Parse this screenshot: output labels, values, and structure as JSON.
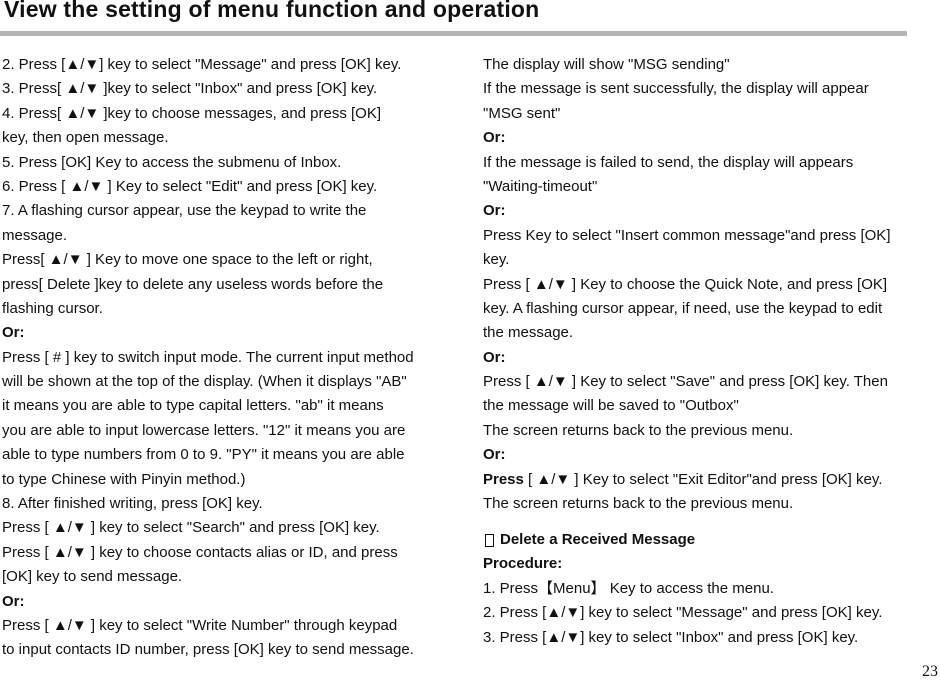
{
  "header": {
    "title": "View the setting of menu function and operation"
  },
  "left_column": [
    {
      "text": "2. Press [▲/▼] key to select \"Message\" and press [OK] key."
    },
    {
      "text": "3. Press[ ▲/▼ ]key to select \"Inbox\" and press [OK] key."
    },
    {
      "text": "4. Press[ ▲/▼ ]key to choose messages, and press [OK]"
    },
    {
      "text": "key, then open message."
    },
    {
      "text": "5. Press [OK] Key to access the submenu of Inbox."
    },
    {
      "text": "6. Press [ ▲/▼ ] Key to select \"Edit\" and press [OK] key."
    },
    {
      "text": "7. A flashing cursor appear, use the keypad to write the"
    },
    {
      "text": "message."
    },
    {
      "text": "Press[ ▲/▼ ] Key to move one space to the left or right,"
    },
    {
      "text": "press[ Delete ]key to delete any useless words before the"
    },
    {
      "text": "flashing cursor."
    },
    {
      "text": "Or:",
      "bold": true
    },
    {
      "text": "Press [ # ] key to switch input mode. The current input method"
    },
    {
      "text": "will be shown at the top of the display. (When it displays \"AB\""
    },
    {
      "text": "it means you are able to type capital letters. \"ab\" it means"
    },
    {
      "text": "you are able to input lowercase letters. \"12\" it means you are"
    },
    {
      "text": "able to type numbers from 0 to 9.  \"PY\" it means you are able"
    },
    {
      "text": "to type Chinese with Pinyin method.)"
    },
    {
      "text": "8. After finished writing, press [OK] key."
    },
    {
      "text": "Press [ ▲/▼ ] key to select \"Search\" and press [OK] key."
    },
    {
      "text": "Press [ ▲/▼ ] key to choose contacts alias or ID, and press"
    },
    {
      "text": "[OK] key to send message."
    },
    {
      "text": "Or:",
      "bold": true
    },
    {
      "text": "Press [ ▲/▼ ] key to select \"Write Number\" through keypad"
    },
    {
      "text": "to input contacts ID number, press [OK] key to send message."
    }
  ],
  "right_column": [
    {
      "text": "The display will show \"MSG sending\""
    },
    {
      "text": "If the message is sent successfully, the display will appear"
    },
    {
      "text": "\"MSG sent\""
    },
    {
      "text": "Or:",
      "bold": true
    },
    {
      "text": "If the message is failed to send, the display will appears"
    },
    {
      "text": "\"Waiting-timeout\""
    },
    {
      "text": "Or:",
      "bold": true
    },
    {
      "text": "Press  Key to select \"Insert common message\"and press [OK]"
    },
    {
      "text": "key."
    },
    {
      "text": "Press [ ▲/▼ ] Key to choose the Quick Note, and press [OK]"
    },
    {
      "text": "key. A flashing cursor appear, if need, use the keypad to edit"
    },
    {
      "text": "the message."
    },
    {
      "text": "Or:",
      "bold": true
    },
    {
      "text": "Press [ ▲/▼ ] Key to select \"Save\" and press [OK] key. Then"
    },
    {
      "text": "the message will be saved to \"Outbox\""
    },
    {
      "text": "The screen returns back to the previous menu."
    },
    {
      "text": "Or:",
      "bold": true
    },
    {
      "text_bold": "Press",
      "text": " [ ▲/▼ ] Key to select \"Exit Editor\"and press [OK] key."
    },
    {
      "text": "The screen returns back to the previous menu."
    }
  ],
  "section": {
    "heading": "Delete a Received Message",
    "icon": "checkbox-icon",
    "procedure_label": "Procedure:",
    "steps": [
      "1. Press【Menu】 Key to access the menu.",
      "2. Press [▲/▼] key to select \"Message\" and press [OK] key.",
      "3. Press [▲/▼] key to select \"Inbox\" and press [OK] key."
    ]
  },
  "footer": {
    "page_number": "23"
  }
}
